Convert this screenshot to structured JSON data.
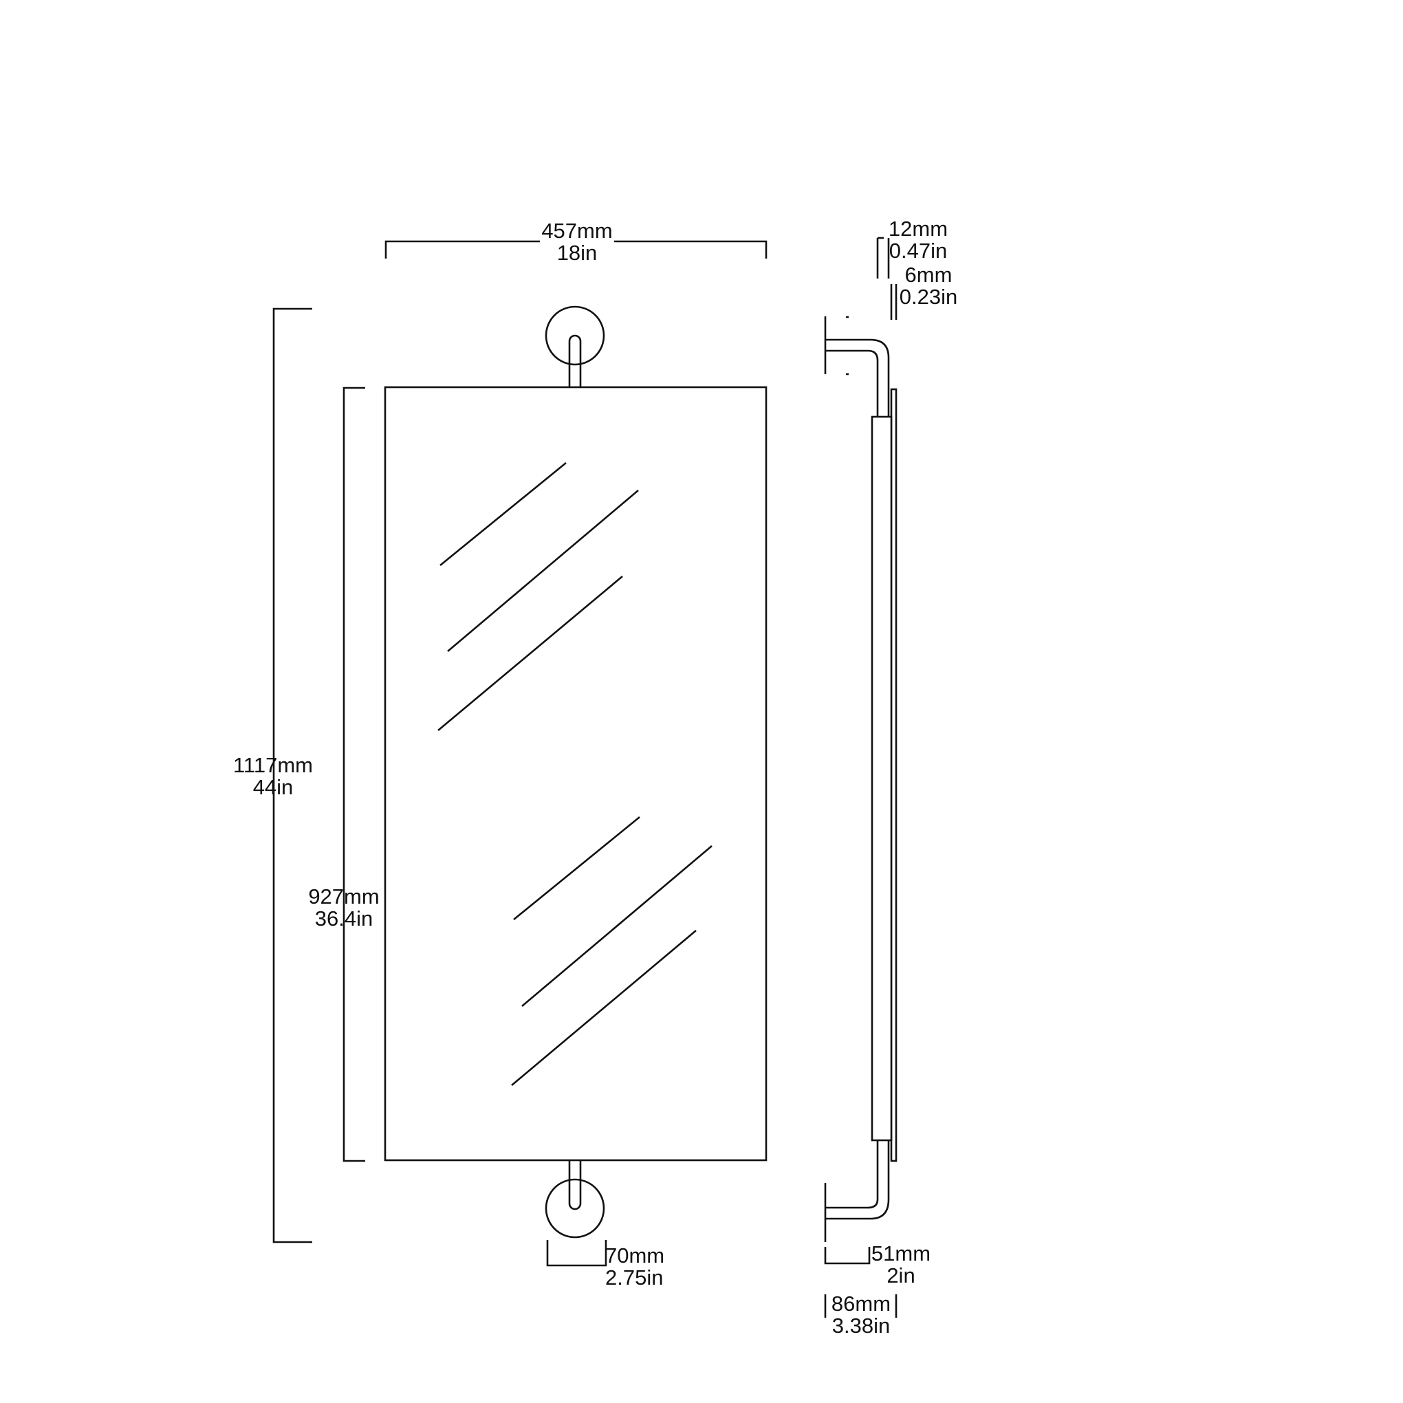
{
  "drawing": {
    "dimensions": {
      "width": {
        "mm": "457mm",
        "in": "18in"
      },
      "total_height": {
        "mm": "1117mm",
        "in": "44in"
      },
      "mirror_height": {
        "mm": "927mm",
        "in": "36.4in"
      },
      "bracket_diameter": {
        "mm": "70mm",
        "in": "2.75in"
      },
      "rod_diameter": {
        "mm": "12mm",
        "in": "0.47in"
      },
      "mirror_thickness": {
        "mm": "6mm",
        "in": "0.23in"
      },
      "wall_offset": {
        "mm": "51mm",
        "in": "2in"
      },
      "total_depth": {
        "mm": "86mm",
        "in": "3.38in"
      }
    }
  }
}
